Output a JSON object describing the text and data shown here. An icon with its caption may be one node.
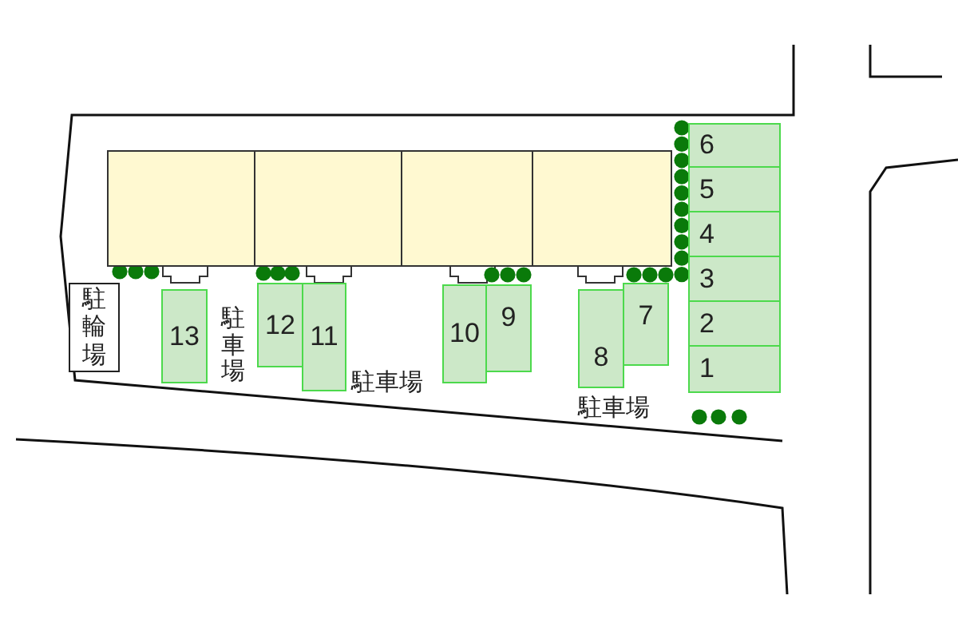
{
  "diagram": {
    "nodes": [
      {
        "text": [],
        "shape": "box"
      },
      {
        "text": [],
        "shape": "box"
      },
      {
        "text": [],
        "shape": "box"
      },
      {
        "text": [],
        "shape": "box"
      },
      {
        "text": [
          "6"
        ]
      },
      {
        "text": [
          "5"
        ]
      },
      {
        "text": [
          "4"
        ]
      },
      {
        "text": [
          "3"
        ]
      },
      {
        "text": [
          "駐輪場"
        ]
      },
      {
        "text": [
          "13"
        ]
      },
      {
        "text": [
          "12"
        ]
      },
      {
        "text": [
          "11"
        ]
      },
      {
        "text": [
          "10"
        ]
      },
      {
        "text": [
          "9"
        ]
      },
      {
        "text": [
          "7"
        ]
      },
      {
        "text": [
          "2"
        ]
      },
      {
        "text": [
          "8"
        ]
      },
      {
        "text": [
          "1"
        ]
      }
    ],
    "labels": [
      "駐車場",
      "駐車場",
      "駐車場"
    ]
  }
}
